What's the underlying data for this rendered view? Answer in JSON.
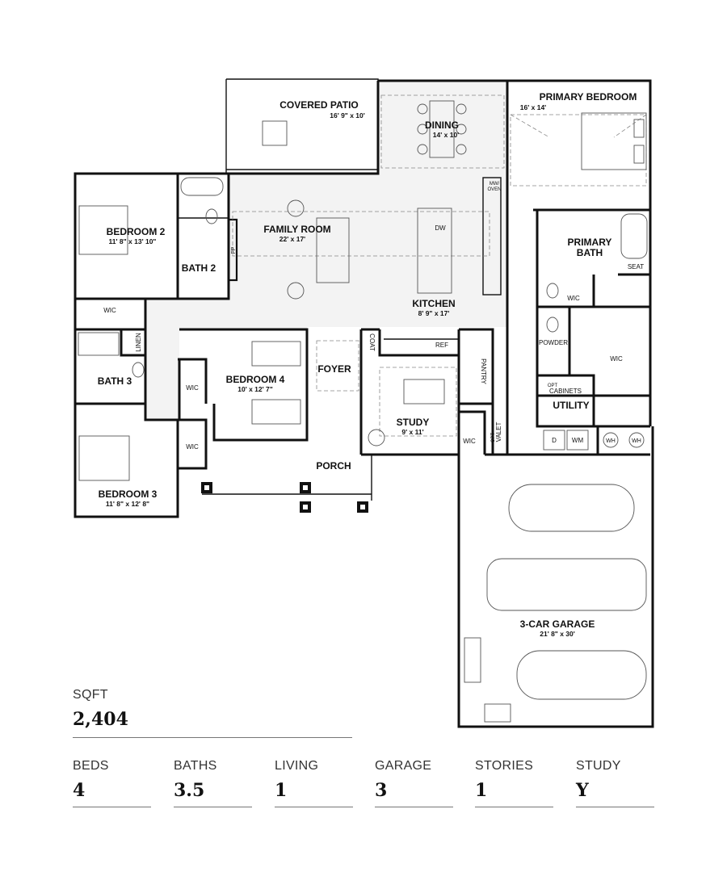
{
  "rooms": {
    "covered_patio": {
      "name": "COVERED PATIO",
      "dim": "16' 9\" x 10'"
    },
    "dining": {
      "name": "DINING",
      "dim": "14' x 10'"
    },
    "primary_bedroom": {
      "name": "PRIMARY BEDROOM",
      "dim": "16' x 14'"
    },
    "bedroom2": {
      "name": "BEDROOM 2",
      "dim": "11' 8\" x 13' 10\""
    },
    "family_room": {
      "name": "FAMILY ROOM",
      "dim": "22' x 17'"
    },
    "kitchen": {
      "name": "KITCHEN",
      "dim": "8' 9\" x 17'"
    },
    "primary_bath": {
      "name_line1": "PRIMARY",
      "name_line2": "BATH"
    },
    "bath2": {
      "name": "BATH 2"
    },
    "bath3": {
      "name": "BATH 3"
    },
    "bedroom4": {
      "name": "BEDROOM 4",
      "dim": "10' x 12' 7\""
    },
    "foyer": {
      "name": "FOYER"
    },
    "study": {
      "name": "STUDY",
      "dim": "9' x 11'"
    },
    "utility": {
      "name": "UTILITY"
    },
    "porch": {
      "name": "PORCH"
    },
    "bedroom3": {
      "name": "BEDROOM 3",
      "dim": "11' 8\" x 12' 8\""
    },
    "garage": {
      "name": "3-CAR GARAGE",
      "dim": "21' 8\" x 30'"
    }
  },
  "labels": {
    "wic": "WIC",
    "linen": "LINEN",
    "coat": "COAT",
    "ref": "REF",
    "pantry": "PANTRY",
    "powder": "POWDER",
    "opt_cabinets_1": "OPT",
    "opt_cabinets_2": "CABINETS",
    "opt_valet_1": "OPT",
    "opt_valet_2": "VALET",
    "seat": "SEAT",
    "mw_oven_1": "MW/",
    "mw_oven_2": "OVEN",
    "dw": "DW",
    "fp": "FP",
    "d": "D",
    "wm": "WM",
    "wh": "WH"
  },
  "stats": {
    "sqft": {
      "label": "SQFT",
      "value": "2,404"
    },
    "items": [
      {
        "label": "BEDS",
        "value": "4"
      },
      {
        "label": "BATHS",
        "value": "3.5"
      },
      {
        "label": "LIVING",
        "value": "1"
      },
      {
        "label": "GARAGE",
        "value": "3"
      },
      {
        "label": "STORIES",
        "value": "1"
      },
      {
        "label": "STUDY",
        "value": "Y"
      }
    ]
  }
}
